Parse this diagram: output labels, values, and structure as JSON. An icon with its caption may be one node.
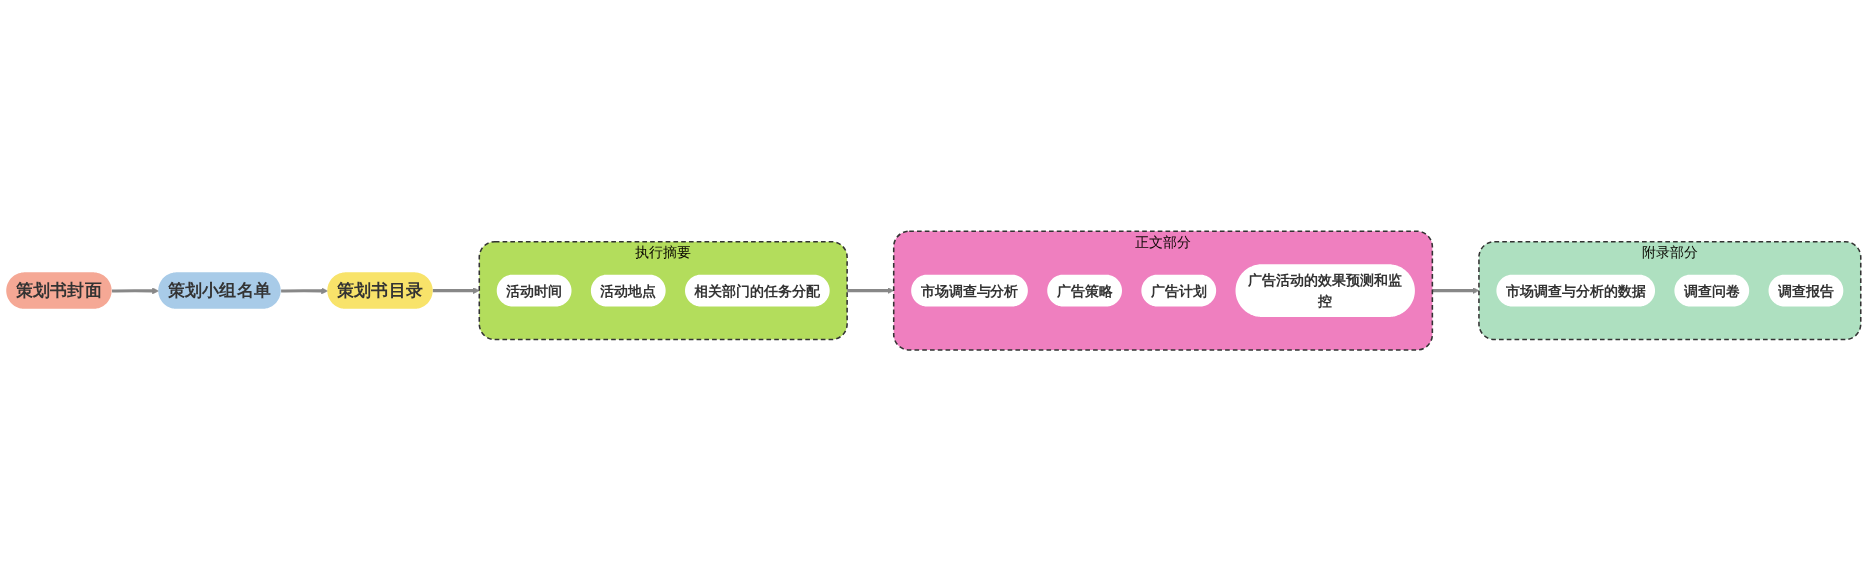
{
  "diagram": {
    "nodes": [
      {
        "text": [
          "策划书封面"
        ]
      },
      {
        "text": [
          "策划小组名单"
        ]
      },
      {
        "text": [
          "策划书目录"
        ]
      },
      {
        "text": [
          "执行摘要"
        ]
      },
      {
        "text": [
          "活动时间"
        ],
        "in": 3
      },
      {
        "text": [
          "活动地点"
        ],
        "in": 3
      },
      {
        "text": [
          "相关部门的任务分配"
        ],
        "in": 3
      },
      {
        "text": [
          "正文部分"
        ]
      },
      {
        "text": [
          "市场调查与分析"
        ],
        "in": 7
      },
      {
        "text": [
          "广告策略"
        ],
        "in": 7
      },
      {
        "text": [
          "广告计划"
        ],
        "in": 7
      },
      {
        "text": [
          "广告活动的效果预测和监控"
        ],
        "in": 7
      },
      {
        "text": [
          "附录部分"
        ]
      },
      {
        "text": [
          "市场调查与分析的数据"
        ],
        "in": 12
      },
      {
        "text": [
          "调查问卷"
        ],
        "in": 12
      },
      {
        "text": [
          "调查报告"
        ],
        "in": 12
      }
    ],
    "edges": [
      {
        "from": 0,
        "to": 1,
        "arrow": "to"
      },
      {
        "from": 1,
        "to": 2,
        "arrow": "to"
      },
      {
        "from": 2,
        "to": 3,
        "arrow": "to"
      },
      {
        "from": 3,
        "to": 7,
        "arrow": "to"
      },
      {
        "from": 7,
        "to": 12,
        "arrow": "to"
      }
    ]
  }
}
